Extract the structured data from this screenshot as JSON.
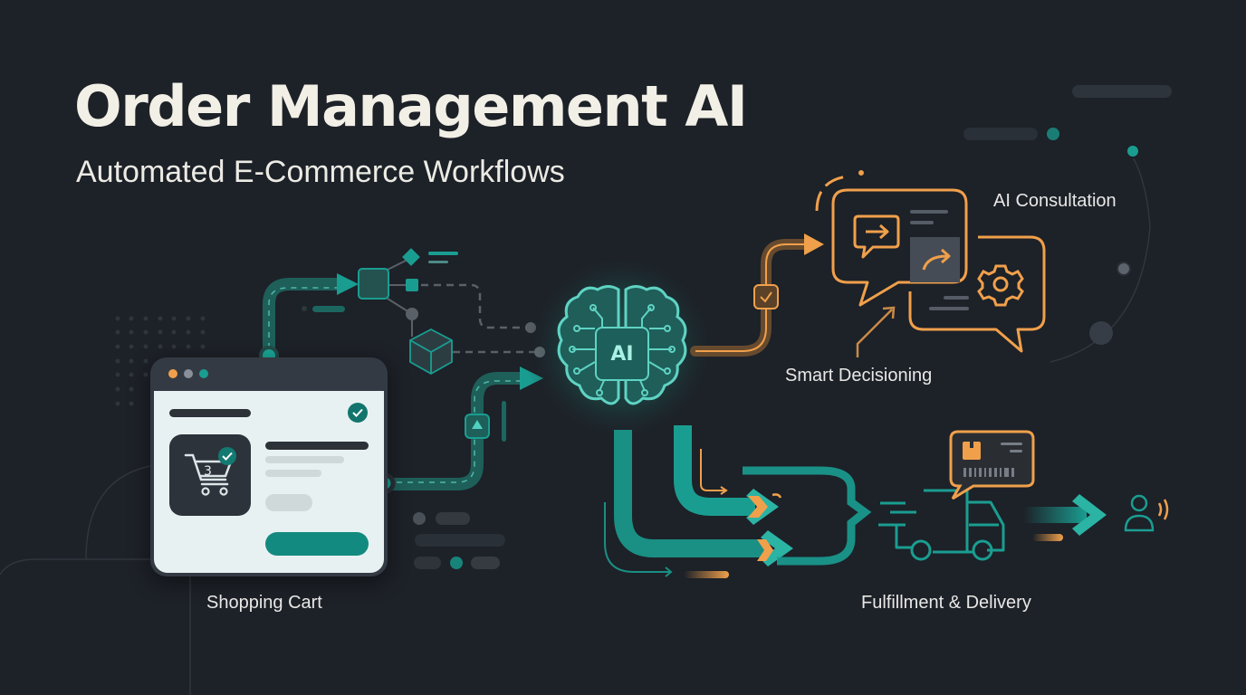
{
  "header": {
    "title": "Order Management AI",
    "subtitle": "Automated E-Commerce Workflows"
  },
  "stages": {
    "cart": {
      "label": "Shopping Cart",
      "item_count": "3"
    },
    "ai": {
      "core_label": "AI"
    },
    "consultation": {
      "label": "AI Consultation"
    },
    "decisioning": {
      "label": "Smart Decisioning"
    },
    "fulfillment": {
      "label": "Fulfillment & Delivery"
    }
  },
  "colors": {
    "background": "#1d2128",
    "teal": "#1a9d91",
    "teal_light": "#5fd3c3",
    "orange": "#f0a04b",
    "title": "#f2f0e6",
    "window_body": "#e8f1f1",
    "window_frame": "#343a43"
  },
  "icons": [
    "shopping-cart-icon",
    "check-icon",
    "brain-circuit-icon",
    "chat-bubble-icon",
    "arrow-right-icon",
    "gear-icon",
    "delivery-truck-icon",
    "package-icon",
    "barcode-icon",
    "user-icon",
    "cube-icon",
    "diamond-node-icon"
  ]
}
